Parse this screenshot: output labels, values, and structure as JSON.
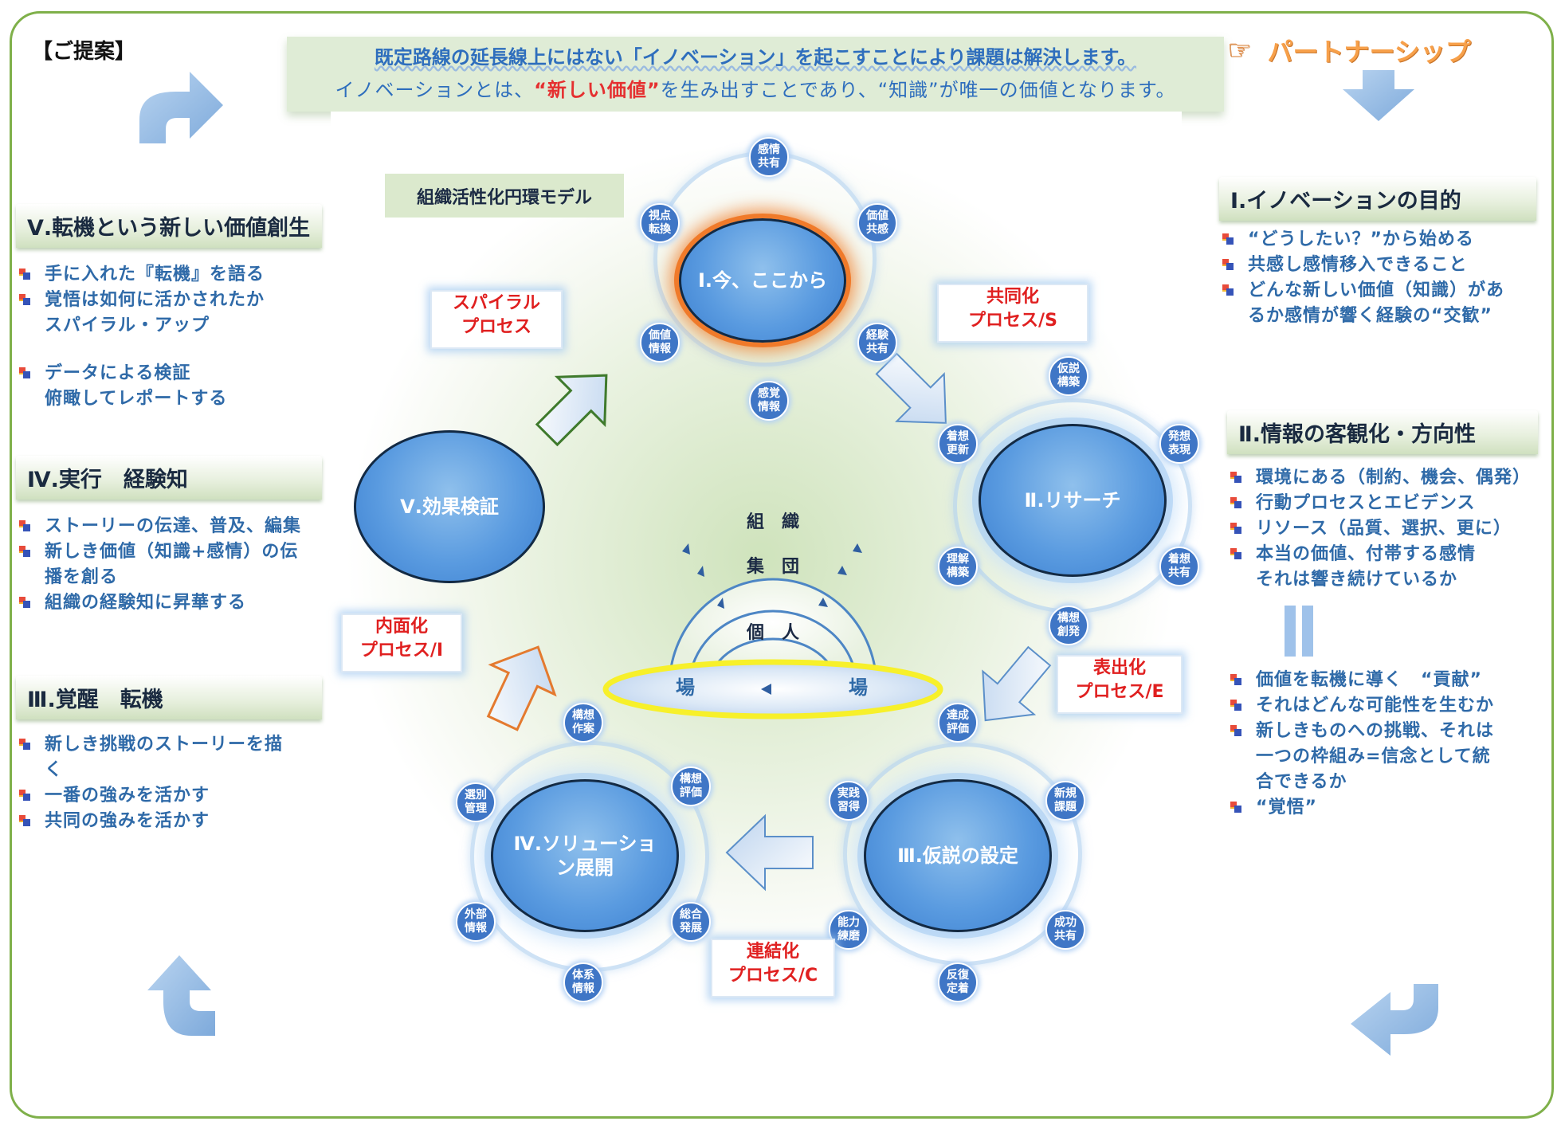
{
  "proposal_label": "【ご提案】",
  "banner": {
    "line1": "既定路線の延長線上にはない「イノベーション」を起こすことにより課題は解決します。",
    "line2_a": "イノベーションとは、",
    "line2_b": "“新しい価値”",
    "line2_c": "を生み出すことであり、“知識”が唯一の価値となります。"
  },
  "partnership": {
    "icon": "pointing-hand-icon",
    "label": "パートナーシップ"
  },
  "model_label": "組織活性化円環モデル",
  "colors": {
    "frame": "#7fb04a",
    "text_blue": "#2f6aa8",
    "accent_red": "#e02020",
    "node_blue": "#3f76c6",
    "partner_orange": "#f7a04a"
  },
  "sections": {
    "s1": {
      "title": "Ⅰ.イノベーションの目的",
      "items": [
        {
          "text": "“どうしたい？”から始める",
          "bullet": true
        },
        {
          "text": "共感し感情移入できること",
          "bullet": true
        },
        {
          "text": "どんな新しい価値（知識）があ",
          "bullet": true
        },
        {
          "text": "るか感情が響く経験の“交歓”",
          "bullet": false
        }
      ]
    },
    "s2": {
      "title": "Ⅱ.情報の客観化・方向性",
      "items_a": [
        {
          "text": "環境にある（制約、機会、偶発）",
          "bullet": true
        },
        {
          "text": "行動プロセスとエビデンス",
          "bullet": true
        },
        {
          "text": "リソース（品質、選択、更に）",
          "bullet": true
        },
        {
          "text": "本当の価値、付帯する感情",
          "bullet": true
        },
        {
          "text": "それは響き続けているか",
          "bullet": false
        }
      ],
      "items_b": [
        {
          "text": "価値を転機に導く　“貢献”",
          "bullet": true
        },
        {
          "text": "それはどんな可能性を生むか",
          "bullet": true
        },
        {
          "text": "新しきものへの挑戦、それは",
          "bullet": true
        },
        {
          "text": "一つの枠組み=信念として統",
          "bullet": false
        },
        {
          "text": "合できるか",
          "bullet": false
        },
        {
          "text": "“覚悟”",
          "bullet": true
        }
      ]
    },
    "s3": {
      "title": "Ⅲ.覚醒　転機",
      "items": [
        {
          "text": "新しき挑戦のストーリーを描",
          "bullet": true
        },
        {
          "text": "く",
          "bullet": false
        },
        {
          "text": "一番の強みを活かす",
          "bullet": true
        },
        {
          "text": "共同の強みを活かす",
          "bullet": true
        }
      ]
    },
    "s4": {
      "title": "Ⅳ.実行　経験知",
      "items": [
        {
          "text": "ストーリーの伝達、普及、編集",
          "bullet": true
        },
        {
          "text": "新しき価値（知識+感情）の伝",
          "bullet": true
        },
        {
          "text": "播を創る",
          "bullet": false
        },
        {
          "text": "組織の経験知に昇華する",
          "bullet": true
        }
      ]
    },
    "s5": {
      "title": "Ⅴ.転機という新しい価値創生",
      "items": [
        {
          "text": "手に入れた『転機』を語る",
          "bullet": true
        },
        {
          "text": "覚悟は如何に活かされたか",
          "bullet": true
        },
        {
          "text": "スパイラル・アップ",
          "bullet": false
        },
        {
          "text": "",
          "bullet": false
        },
        {
          "text": "データによる検証",
          "bullet": true
        },
        {
          "text": "俯瞰してレポートする",
          "bullet": false
        }
      ]
    }
  },
  "cycle": {
    "c1": {
      "label": "Ⅰ.今、ここから",
      "nodes": [
        [
          "感情",
          "共有"
        ],
        [
          "価値",
          "共感"
        ],
        [
          "経験",
          "共有"
        ],
        [
          "感覚",
          "情報"
        ],
        [
          "価値",
          "情報"
        ],
        [
          "視点",
          "転換"
        ]
      ]
    },
    "c2": {
      "label": "Ⅱ.リサーチ",
      "nodes": [
        [
          "仮説",
          "構築"
        ],
        [
          "発想",
          "表現"
        ],
        [
          "着想",
          "共有"
        ],
        [
          "構想",
          "創発"
        ],
        [
          "理解",
          "構築"
        ],
        [
          "着想",
          "更新"
        ]
      ]
    },
    "c3": {
      "label": "Ⅲ.仮説の設定",
      "nodes": [
        [
          "達成",
          "評価"
        ],
        [
          "新規",
          "課題"
        ],
        [
          "成功",
          "共有"
        ],
        [
          "反復",
          "定着"
        ],
        [
          "能力",
          "練磨"
        ],
        [
          "実践",
          "習得"
        ]
      ]
    },
    "c4": {
      "label_1": "Ⅳ.ソリューショ",
      "label_2": "ン展開",
      "nodes": [
        [
          "構想",
          "作案"
        ],
        [
          "構想",
          "評価"
        ],
        [
          "総合",
          "発展"
        ],
        [
          "体系",
          "情報"
        ],
        [
          "外部",
          "情報"
        ],
        [
          "選別",
          "管理"
        ]
      ]
    },
    "c5": {
      "label": "Ⅴ.効果検証"
    }
  },
  "processes": {
    "spiral": [
      "スパイラル",
      "プロセス"
    ],
    "s": [
      "共同化",
      "プロセス/S"
    ],
    "e": [
      "表出化",
      "プロセス/E"
    ],
    "c": [
      "連結化",
      "プロセス/C"
    ],
    "i": [
      "内面化",
      "プロセス/I"
    ]
  },
  "center": {
    "org": "組　織",
    "group": "集　団",
    "individual": "個　人",
    "ba_left": "場",
    "ba_right": "場"
  }
}
